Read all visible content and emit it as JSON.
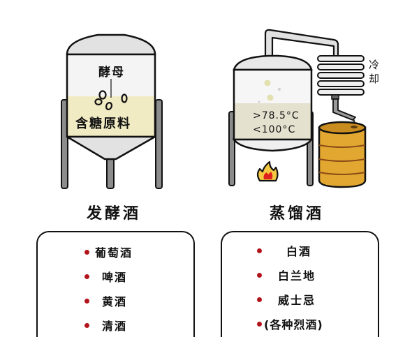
{
  "colors": {
    "outline": "#111111",
    "tank_gray": "#e2e2e2",
    "tank_light": "#f4f4f4",
    "mash_yellow": "#f1ebc4",
    "still_liquid": "#e5e1cf",
    "leg_gray": "#8c8c8c",
    "barrel_orange": "#e2a731",
    "barrel_band": "#8a4a17",
    "flame_yellow": "#f5c842",
    "flame_red": "#e0201c",
    "bullet_red": "#b3141c"
  },
  "fermenter": {
    "yeast_label": "酵母",
    "mash_label": "含糖原料",
    "title": "发酵酒",
    "items": [
      "葡萄酒",
      "啤酒",
      "黄酒",
      "清酒"
    ]
  },
  "still": {
    "temp_min": ">78.5°C",
    "temp_max": "<100°C",
    "cooling_label": "冷却",
    "title": "蒸馏酒",
    "items": [
      "白酒",
      "白兰地",
      "威士忌",
      "(各种烈酒)"
    ]
  }
}
